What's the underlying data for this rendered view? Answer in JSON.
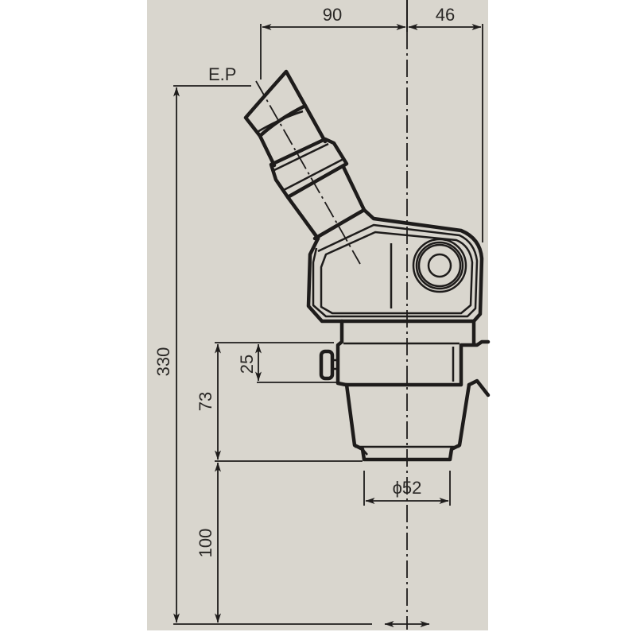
{
  "drawing": {
    "title": "Stereo microscope zoom body — side elevation dimension drawing",
    "background_color": "#d9d6ce",
    "line_color": "#1e1c1b",
    "units": "mm"
  },
  "labels": {
    "eyepoint": "E.P",
    "diameter_symbol": "ϕ",
    "objective_diameter": "52"
  },
  "dimensions": {
    "horizontal": [
      {
        "id": "ep-to-axis",
        "value": "90"
      },
      {
        "id": "axis-to-rear",
        "value": "46"
      },
      {
        "id": "objective-diameter",
        "value": "ϕ52"
      }
    ],
    "vertical": [
      {
        "id": "overall-height",
        "value": "330"
      },
      {
        "id": "mount-ring-height",
        "value": "25"
      },
      {
        "id": "lower-body-height",
        "value": "73"
      },
      {
        "id": "working-distance",
        "value": "100"
      }
    ]
  }
}
